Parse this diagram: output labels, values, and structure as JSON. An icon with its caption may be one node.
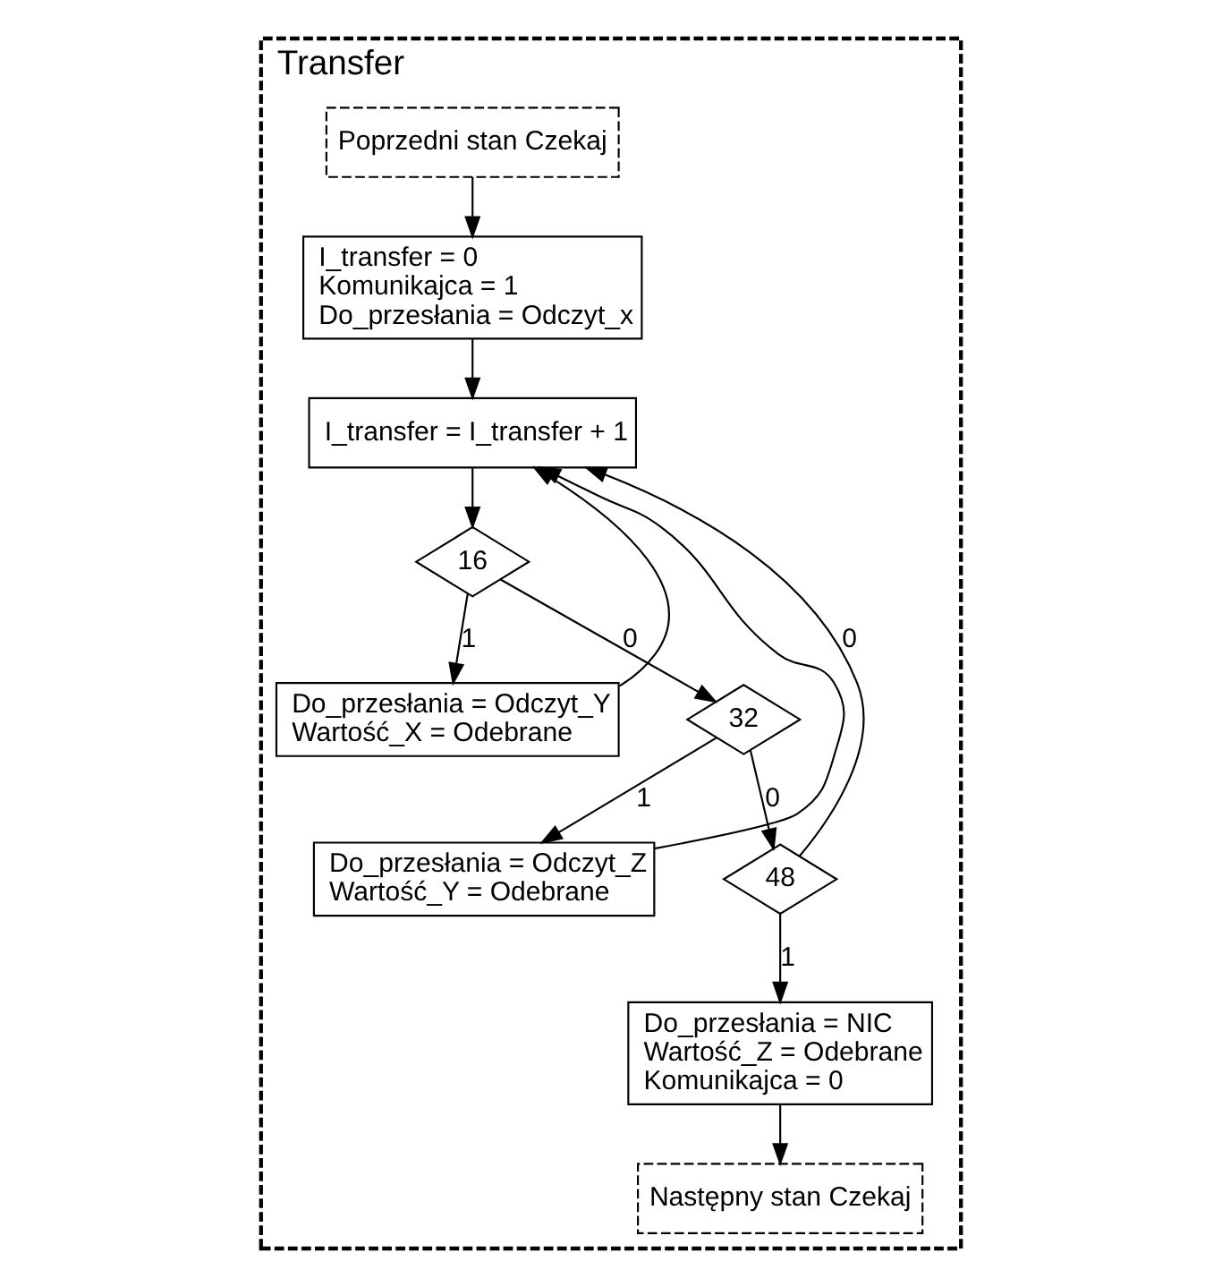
{
  "diagram": {
    "nodes": [
      {
        "text": [
          "Transfer"
        ]
      },
      {
        "text": [
          "Poprzedni stan Czekaj"
        ],
        "in": 0
      },
      {
        "text": [
          "I_transfer = 0",
          "Komunikajca = 1",
          "Do_przesłania = Odczyt_x"
        ],
        "in": 0
      },
      {
        "text": [
          "I_transfer = I_transfer + 1"
        ],
        "in": 0
      },
      {
        "text": [
          "16"
        ],
        "in": 0
      },
      {
        "text": [
          "Do_przesłania = Odczyt_Y",
          "Wartość_X = Odebrane"
        ],
        "in": 0
      },
      {
        "text": [
          "32"
        ],
        "in": 0
      },
      {
        "text": [
          "Do_przesłania = Odczyt_Z",
          "Wartość_Y = Odebrane"
        ],
        "in": 0
      },
      {
        "text": [
          "48"
        ],
        "in": 0
      },
      {
        "text": [
          "Do_przesłania = NIC",
          "Wartość_Z = Odebrane",
          "Komunikajca = 0"
        ],
        "in": 0
      },
      {
        "text": [
          "Następny stan Czekaj"
        ],
        "in": 0
      }
    ],
    "edges": [
      {
        "from": 1,
        "to": 2,
        "arrow": "to"
      },
      {
        "from": 2,
        "to": 3,
        "arrow": "to"
      },
      {
        "from": 3,
        "to": 4,
        "arrow": "to"
      },
      {
        "from": 4,
        "to": 5,
        "arrow": "to",
        "label": "1"
      },
      {
        "from": 4,
        "to": 6,
        "arrow": "to",
        "label": "0"
      },
      {
        "from": 6,
        "to": 7,
        "arrow": "to",
        "label": "1"
      },
      {
        "from": 6,
        "to": 8,
        "arrow": "to",
        "label": "0"
      },
      {
        "from": 8,
        "to": 9,
        "arrow": "to",
        "label": "1"
      },
      {
        "from": 8,
        "to": 3,
        "arrow": "to",
        "label": "0"
      },
      {
        "from": 5,
        "to": 3,
        "arrow": "to"
      },
      {
        "from": 7,
        "to": 3,
        "arrow": "to"
      },
      {
        "from": 9,
        "to": 10,
        "arrow": "to"
      }
    ]
  }
}
